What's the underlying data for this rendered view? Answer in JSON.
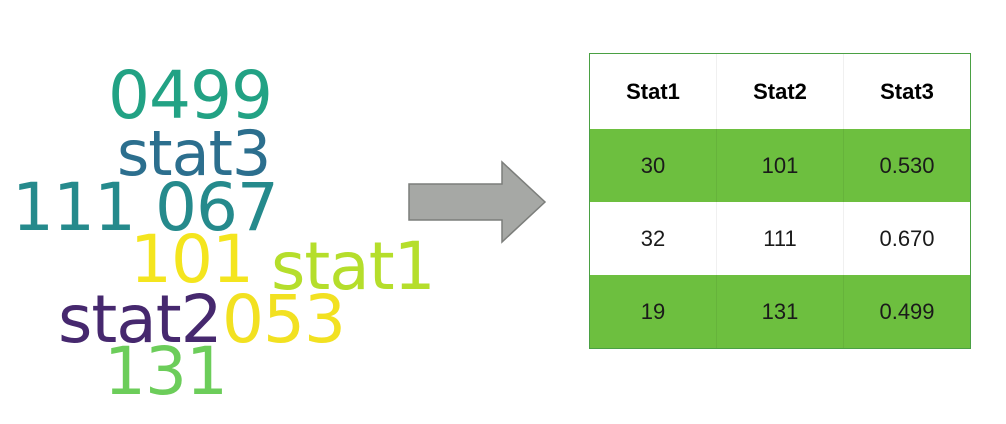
{
  "wordcloud": {
    "words": [
      {
        "text": "0499",
        "color": "#22a284"
      },
      {
        "text": "stat3",
        "color": "#2c6f8e"
      },
      {
        "text": "111 067",
        "color": "#258a8c"
      },
      {
        "text": "101",
        "color": "#f4e51e"
      },
      {
        "text": "stat1",
        "color": "#b5de2b"
      },
      {
        "text": "stat2",
        "color": "#46286e"
      },
      {
        "text": "053",
        "color": "#f2e121"
      },
      {
        "text": "131",
        "color": "#6ccd5a"
      }
    ]
  },
  "arrow": {
    "fill": "#a6a8a5",
    "stroke": "#7c7e7b"
  },
  "table": {
    "headers": [
      "Stat1",
      "Stat2",
      "Stat3"
    ],
    "rows": [
      [
        "30",
        "101",
        "0.530"
      ],
      [
        "32",
        "111",
        "0.670"
      ],
      [
        "19",
        "131",
        "0.499"
      ]
    ],
    "band_color": "#6dbf3f",
    "border_color": "#4aa043"
  }
}
